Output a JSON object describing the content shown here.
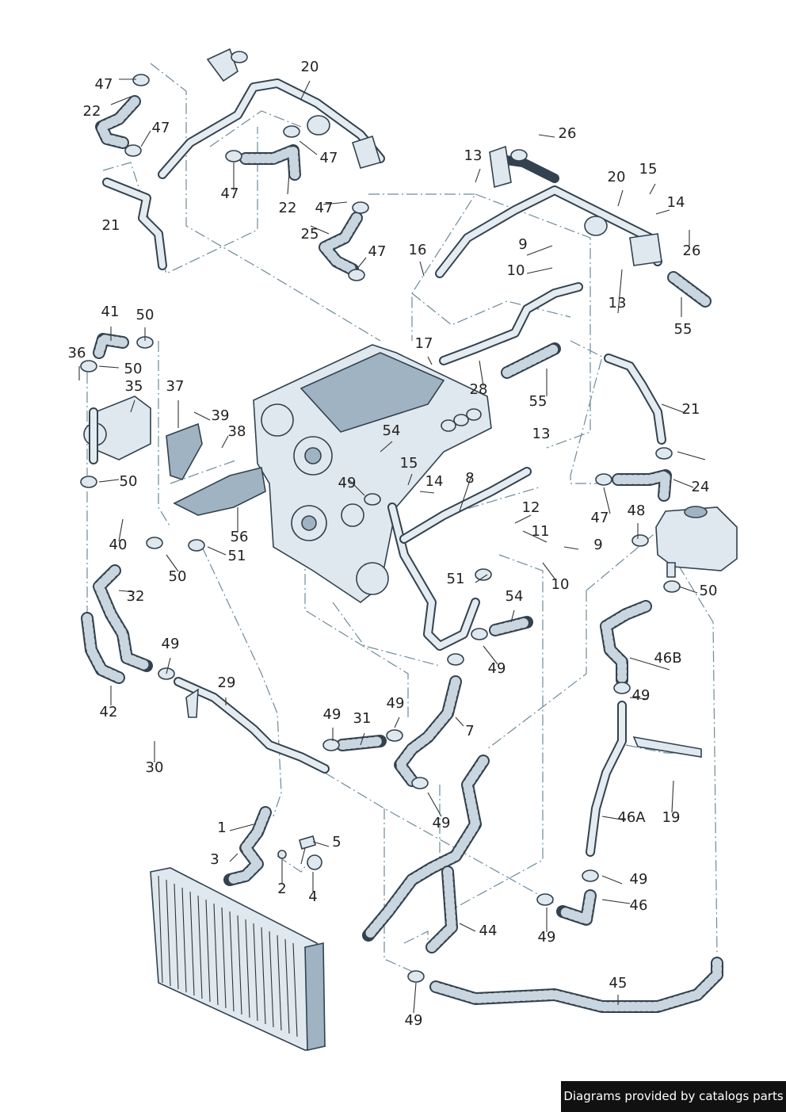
{
  "credit": "Diagrams provided by catalogs parts",
  "callouts": [
    "1",
    "2",
    "3",
    "4",
    "5",
    "7",
    "8",
    "9",
    "9",
    "10",
    "10",
    "11",
    "12",
    "13",
    "13",
    "13",
    "14",
    "14",
    "15",
    "15",
    "16",
    "17",
    "19",
    "20",
    "20",
    "21",
    "21",
    "22",
    "22",
    "24",
    "25",
    "26",
    "26",
    "28",
    "29",
    "30",
    "31",
    "32",
    "35",
    "36",
    "37",
    "38",
    "39",
    "40",
    "41",
    "42",
    "44",
    "45",
    "46",
    "46A",
    "46B",
    "47",
    "47",
    "47",
    "47",
    "47",
    "47",
    "47",
    "48",
    "49",
    "49",
    "49",
    "49",
    "49",
    "49",
    "49",
    "49",
    "49",
    "49",
    "50",
    "50",
    "50",
    "50",
    "50",
    "51",
    "51",
    "54",
    "54",
    "55",
    "55",
    "56"
  ],
  "parts": [
    "engine-block",
    "radiator",
    "coolant-pump",
    "expansion-tank",
    "coolant-pipe-20-left",
    "coolant-pipe-20-right",
    "pipe-21-left",
    "pipe-21-right",
    "pipe-8",
    "pipe-28",
    "pipe-29",
    "hose-44",
    "hose-45",
    "hose-46a",
    "bracket-56"
  ]
}
